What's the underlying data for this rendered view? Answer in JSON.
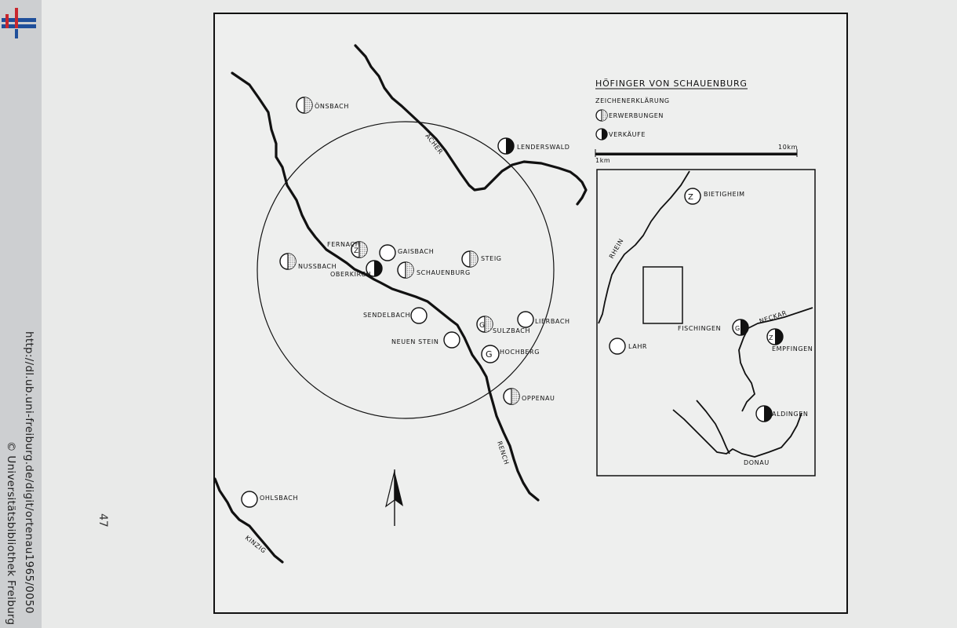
{
  "sidebar": {
    "url": "http://dl.ub.uni-freiburg.de/digit/ortenau1965/0050",
    "copyright": "© Universitätsbibliothek Freiburg"
  },
  "page_number": "47",
  "map": {
    "title": "HÖFINGER VON SCHAUENBURG",
    "legend": {
      "heading": "ZEICHENERKLÄRUNG",
      "acquisitions": "ERWERBUNGEN",
      "sales": "VERKÄUFE"
    },
    "scale": {
      "start": "1km",
      "end": "10km"
    },
    "rivers": {
      "acher": "ACHER",
      "rench": "RENCH",
      "kinzig": "KINZIG"
    },
    "places": {
      "onsbach": "ÖNSBACH",
      "lenderswald": "LENDERSWALD",
      "fernach": "FERNACH",
      "gaisbach": "GAISBACH",
      "steig": "STEIG",
      "nussbach": "NUSSBACH",
      "oberkirch": "OBERKIRCH",
      "schauenburg": "SCHAUENBURG",
      "sendelbach": "SENDELBACH",
      "sulzbach": "SULZBACH",
      "lierbach": "LIERBACH",
      "neuenstein": "NEUEN STEIN",
      "hochberg": "HOCHBERG",
      "oppenau": "OPPENAU",
      "ohlsbach": "OHLSBACH"
    },
    "symbol_letters": {
      "z": "Z",
      "g": "G"
    },
    "inset": {
      "places": {
        "bietigheim": "BIETIGHEIM",
        "lahr": "LAHR",
        "fischingen": "FISCHINGEN",
        "empfingen": "EMPFINGEN",
        "aldingen": "ALDINGEN"
      },
      "rivers": {
        "rhein": "RHEIN",
        "neckar": "NECKAR",
        "donau": "DONAU"
      }
    }
  },
  "colors": {
    "ink": "#111111",
    "paper": "#e9eae9",
    "sidebar": "#cdcfd1",
    "logo_blue": "#1f4f9a",
    "logo_red": "#c8262e"
  }
}
